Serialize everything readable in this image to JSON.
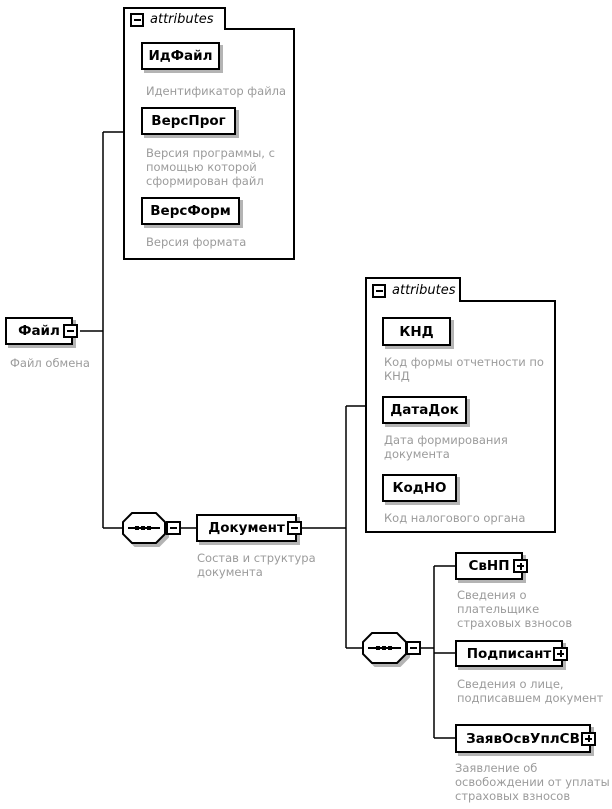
{
  "root_element": {
    "label": "Файл",
    "annotation": "Файл обмена"
  },
  "file_attributes_group": {
    "header_label": "attributes",
    "attributes": [
      {
        "label": "ИдФайл",
        "annotation": "Идентификатор файла"
      },
      {
        "label": "ВерсПрог",
        "annotation": "Версия программы, с\nпомощью которой\nсформирован файл"
      },
      {
        "label": "ВерсФорм",
        "annotation": "Версия формата"
      }
    ]
  },
  "document_element": {
    "label": "Документ",
    "annotation": "Состав и структура\nдокумента"
  },
  "document_attributes_group": {
    "header_label": "attributes",
    "attributes": [
      {
        "label": "КНД",
        "annotation": "Код формы отчетности по\nКНД"
      },
      {
        "label": "ДатаДок",
        "annotation": "Дата формирования\nдокумента"
      },
      {
        "label": "КодНО",
        "annotation": "Код налогового органа"
      }
    ]
  },
  "document_children": [
    {
      "label": "СвНП",
      "annotation": "Сведения о плательщике\nстраховых взносов"
    },
    {
      "label": "Подписант",
      "annotation": "Сведения о лице,\nподписавшем документ"
    },
    {
      "label": "ЗаявОсвУплСВ",
      "annotation": "Заявление об\nосвобождении от уплаты\nстраховых взносов"
    }
  ],
  "icons": {
    "collapse": "minus",
    "expand": "plus",
    "sequence": "dotted-line"
  },
  "colors": {
    "border": "#000000",
    "annotation_text": "#9b9b9b",
    "shadow": "#b4b4b4",
    "background": "#ffffff"
  }
}
